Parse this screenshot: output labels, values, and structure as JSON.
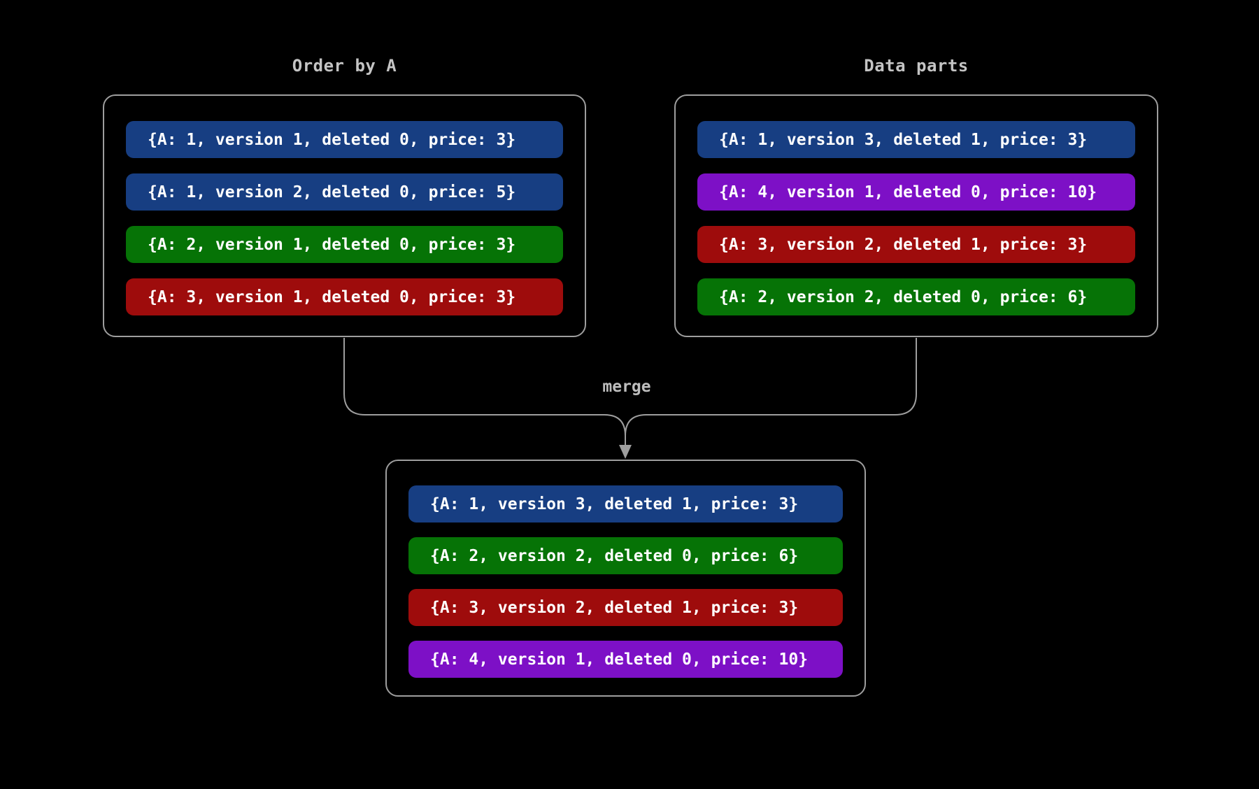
{
  "background_color": "#000000",
  "colors": {
    "blue": "#173E82",
    "green": "#067306",
    "red": "#9E0C0C",
    "purple": "#7D10C6",
    "box_border": "#9E9E9E",
    "connector": "#9E9E9E",
    "title_text": "#C4C4C4",
    "merge_label_text": "#BDBDBD",
    "row_text": "#FFFFFF"
  },
  "merge_label": "merge",
  "panels": [
    {
      "id": "order_by_a",
      "title": "Order by A",
      "rows": [
        {
          "text": "{A: 1, version 1, deleted 0, price: 3}",
          "color": "blue"
        },
        {
          "text": "{A: 1, version 2, deleted 0, price: 5}",
          "color": "blue"
        },
        {
          "text": "{A: 2, version 1, deleted 0, price: 3}",
          "color": "green"
        },
        {
          "text": "{A: 3, version 1, deleted 0, price: 3}",
          "color": "red"
        }
      ]
    },
    {
      "id": "data_parts",
      "title": "Data parts",
      "rows": [
        {
          "text": "{A: 1, version 3, deleted 1, price: 3}",
          "color": "blue"
        },
        {
          "text": "{A: 4, version 1, deleted 0, price: 10}",
          "color": "purple"
        },
        {
          "text": "{A: 3, version 2, deleted 1, price: 3}",
          "color": "red"
        },
        {
          "text": "{A: 2, version 2, deleted 0, price: 6}",
          "color": "green"
        }
      ]
    },
    {
      "id": "merged",
      "title": "",
      "rows": [
        {
          "text": "{A: 1, version 3, deleted 1, price: 3}",
          "color": "blue"
        },
        {
          "text": "{A: 2, version 2, deleted 0, price: 6}",
          "color": "green"
        },
        {
          "text": "{A: 3, version 2, deleted 1, price: 3}",
          "color": "red"
        },
        {
          "text": "{A: 4, version 1, deleted 0, price: 10}",
          "color": "purple"
        }
      ]
    }
  ]
}
